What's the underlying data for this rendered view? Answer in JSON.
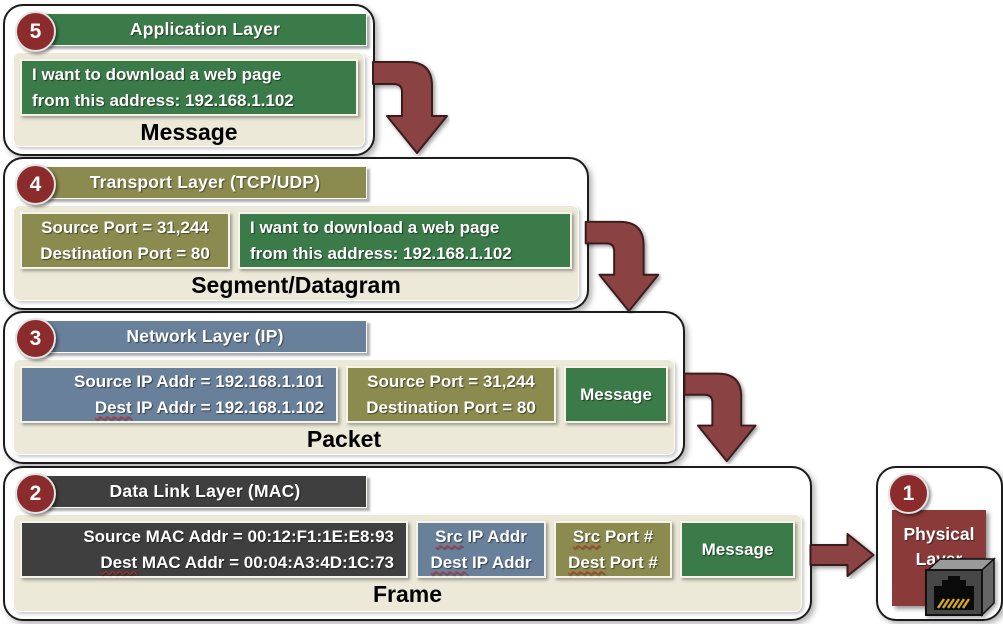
{
  "colors": {
    "layer_green": "#3b7b49",
    "layer_olive": "#8b8b4f",
    "layer_blue": "#69809a",
    "layer_dark_gray": "#3f3f3f",
    "arrow_maroon": "#8a4242",
    "badge_red": "#8b2b2b",
    "panel_cream": "#ece9d8",
    "physical_red": "#8b3a3a",
    "spellcheck_red": "#cc2b2b"
  },
  "app": {
    "number": "5",
    "header": "Application Layer",
    "message_line1": "I want to download a web page",
    "message_line2": "from this address: 192.168.1.102",
    "label": "Message"
  },
  "transport": {
    "number": "4",
    "header": "Transport Layer (TCP/UDP)",
    "port_line1": "Source Port = 31,244",
    "port_line2": "Destination Port = 80",
    "message_line1": "I want to download a web page",
    "message_line2": "from this address: 192.168.1.102",
    "label": "Segment/Datagram"
  },
  "network": {
    "number": "3",
    "header": "Network Layer (IP)",
    "ip_line1": "Source IP Addr = 192.168.1.101",
    "ip_line2_word": "Dest",
    "ip_line2_rest": " IP Addr = 192.168.1.102",
    "port_line1": "Source Port = 31,244",
    "port_line2": "Destination Port = 80",
    "message_label": "Message",
    "label": "Packet"
  },
  "datalink": {
    "number": "2",
    "header": "Data Link Layer (MAC)",
    "mac_line1": "Source MAC Addr = 00:12:F1:1E:E8:93",
    "mac_line2_word": "Dest",
    "mac_line2_rest": " MAC Addr = 00:04:A3:4D:1C:73",
    "ip_line1_word": "Src",
    "ip_line1_rest": " IP Addr",
    "ip_line2_word": "Dest",
    "ip_line2_rest": " IP Addr",
    "port_line1_word": "Src",
    "port_line1_rest": " Port #",
    "port_line2_word": "Dest",
    "port_line2_rest": " Port #",
    "message_label": "Message",
    "label": "Frame"
  },
  "physical": {
    "number": "1",
    "title_line1": "Physical",
    "title_line2": "Layer"
  },
  "icons": {
    "ethernet_jack": "ethernet-jack-icon",
    "bent_arrow": "bent-arrow-icon",
    "right_arrow": "right-arrow-icon"
  }
}
